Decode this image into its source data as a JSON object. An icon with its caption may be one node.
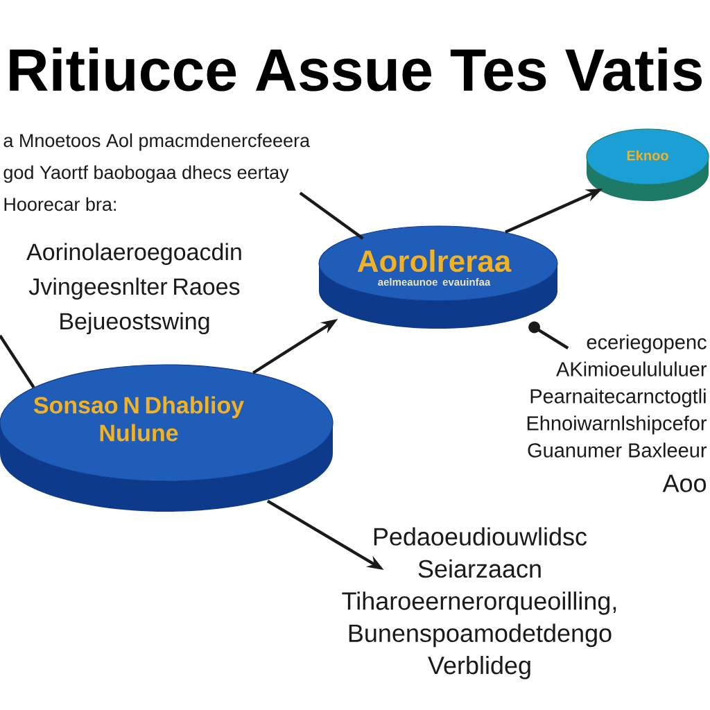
{
  "diagram": {
    "title": "Ritiucce Assue Tes Vatis",
    "nodes": [
      {
        "text": [
          "a Mnoetoos Aol pmacmdenercfeeera god Yaortf baobogaa dhecs eertay Hoorecar bra:"
        ]
      },
      {
        "text": [
          "Aorolreraa",
          "aelmeaunoe evauinfaa"
        ]
      },
      {
        "text": [
          "Eknoo"
        ]
      },
      {
        "text": [
          "Sonsao N Dhablioy",
          "Nulune"
        ]
      },
      {
        "text": [
          "eceriegopenc AKimioeulululuer Pearnaitecarnctogtli Ehnoiwarnlshipcefor Guanumer Baxleeur",
          "Aoo"
        ]
      },
      {
        "text": [
          "Pedaoeudiouwlidsc Seiarzaacn Tiharoeernerorqueoilling, Bunenspoamodetdengo Verblideg"
        ]
      }
    ],
    "edges": [
      {
        "from": 0,
        "to": 1,
        "arrow": "none"
      },
      {
        "from": 3,
        "to": 1,
        "arrow": "to"
      },
      {
        "from": 1,
        "to": 2,
        "arrow": "to"
      },
      {
        "from": 1,
        "to": 4,
        "arrow": "other"
      },
      {
        "from": 3,
        "to": 5,
        "arrow": "to"
      },
      {
        "from": null,
        "to": 3,
        "arrow": "none"
      }
    ],
    "labels": [
      "Aorinolaeroegoacdin Jvingeesnlter Raoes Bejueostswing"
    ]
  }
}
